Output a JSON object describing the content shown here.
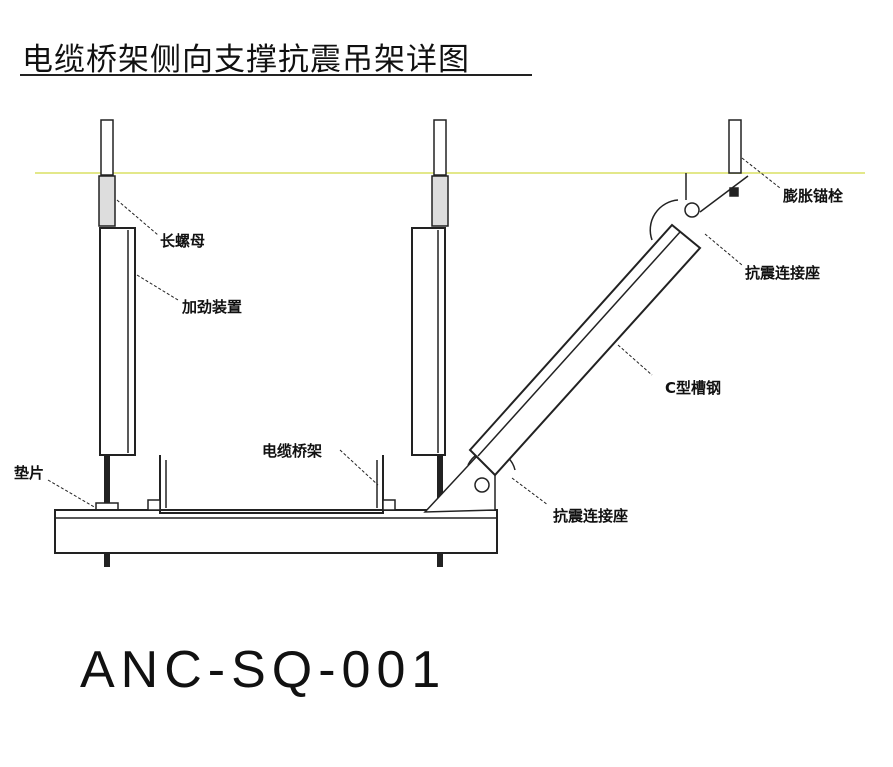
{
  "title": "电缆桥架侧向支撑抗震吊架详图",
  "labels": {
    "long_nut": "长螺母",
    "stiffener": "加劲装置",
    "washer": "垫片",
    "cable_tray": "电缆桥架",
    "expansion_anchor": "膨胀锚栓",
    "seismic_connector_top": "抗震连接座",
    "c_channel": "C型槽钢",
    "seismic_connector_bottom": "抗震连接座"
  },
  "drawing_code": "ANC-SQ-001",
  "colors": {
    "ceiling_line": "#e3e88a",
    "line": "#222222"
  }
}
